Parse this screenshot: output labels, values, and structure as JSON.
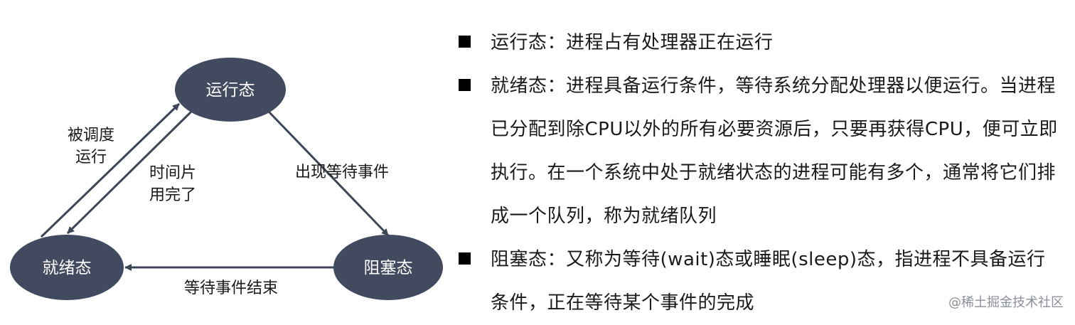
{
  "diagram": {
    "nodes": {
      "running": "运行态",
      "ready": "就绪态",
      "blocked": "阻塞态"
    },
    "edges": {
      "scheduled": [
        "被调度",
        "运行"
      ],
      "timeslice": [
        "时间片",
        "用完了"
      ],
      "wait_event": "出现等待事件",
      "wait_end": "等待事件结束"
    },
    "colors": {
      "node_fill": "#414a5f",
      "arrow": "#3d4658"
    }
  },
  "definitions": [
    {
      "term": "运行态",
      "separator": "：",
      "text": "进程占有处理器正在运行"
    },
    {
      "term": "就绪态",
      "separator": "：",
      "text": "进程具备运行条件，等待系统分配处理器以便运行。当进程已分配到除CPU以外的所有必要资源后，只要再获得CPU，便可立即执行。在一个系统中处于就绪状态的进程可能有多个，通常将它们排成一个队列，称为就绪队列"
    },
    {
      "term": "阻塞态",
      "separator": "：",
      "text": "又称为等待(wait)态或睡眠(sleep)态，指进程不具备运行条件，正在等待某个事件的完成"
    }
  ],
  "watermark": "@稀土掘金技术社区"
}
